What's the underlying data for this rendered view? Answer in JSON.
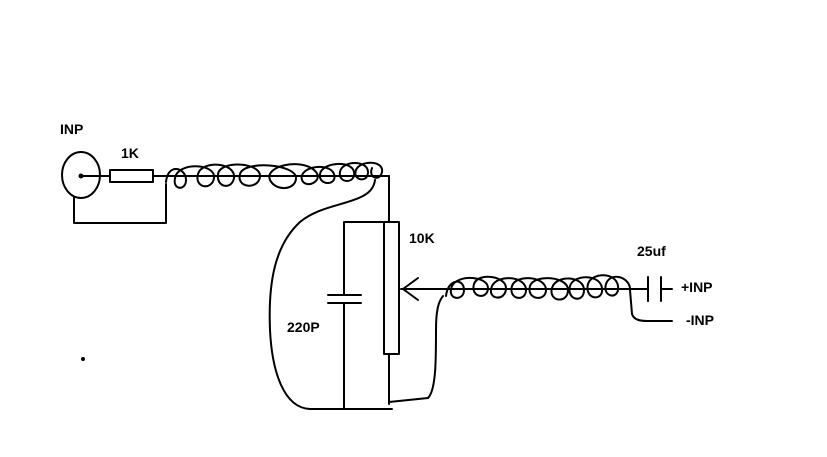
{
  "labels": {
    "inp": "INP",
    "r1": "1K",
    "pot": "10K",
    "cap_small": "220P",
    "cap_big": "25uf",
    "plus_inp": "+INP",
    "minus_inp": "-INP"
  },
  "colors": {
    "ink": "#000000",
    "background": "#ffffff"
  }
}
